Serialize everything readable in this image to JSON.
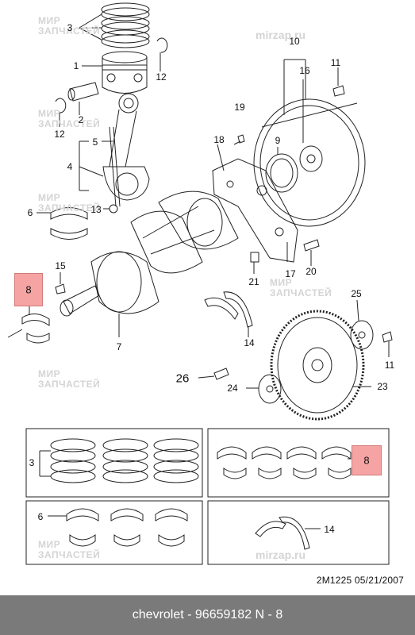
{
  "watermark": {
    "line1": "МИР",
    "line2": "ЗАПЧАСТЕЙ",
    "url": "mirzap.ru"
  },
  "callouts": {
    "c1": "1",
    "c2": "2",
    "c3a": "3",
    "c3b": "3",
    "c4": "4",
    "c5": "5",
    "c6a": "6",
    "c6b": "6",
    "c7": "7",
    "c8a": "8",
    "c8b": "8",
    "c9": "9",
    "c10": "10",
    "c11a": "11",
    "c11b": "11",
    "c12a": "12",
    "c12b": "12",
    "c13": "13",
    "c14a": "14",
    "c14b": "14",
    "c15": "15",
    "c16": "16",
    "c17": "17",
    "c18": "18",
    "c19": "19",
    "c20": "20",
    "c21": "21",
    "c23": "23",
    "c24": "24",
    "c25": "25",
    "c26": "26"
  },
  "drawing_code": "2M1225  05/21/2007",
  "footer": "chevrolet - 96659182     N - 8",
  "colors": {
    "highlight": "#f5a3a3",
    "footer_bg": "#7a7a7a",
    "line": "#222222",
    "watermark": "#d4d4d4"
  }
}
